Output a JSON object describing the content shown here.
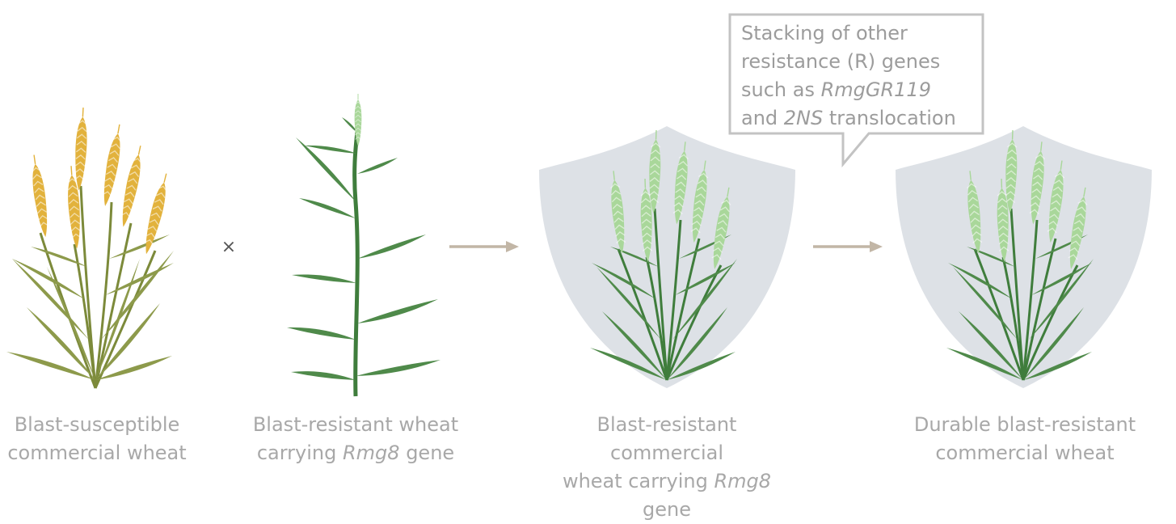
{
  "colors": {
    "susceptible_stem": "#7c8a3a",
    "susceptible_leaf": "#8d9a4b",
    "susceptible_spike": "#e2b23c",
    "resistant_stem": "#3f7d3c",
    "resistant_leaf": "#4f8a4a",
    "resistant_spike": "#a9d79a",
    "shield": "#dde1e6",
    "arrow": "#c2b6a6",
    "caption_text": "#a8a8a8",
    "callout_border": "#c3c3c3"
  },
  "icons": {
    "cross": "cross-icon",
    "arrow": "arrow-right-icon",
    "shield": "shield-icon"
  },
  "stages": [
    {
      "caption_line1": "Blast-susceptible",
      "caption_line2": "commercial wheat"
    },
    {
      "caption_line1": "Blast-resistant wheat",
      "caption_line2_pre": "carrying ",
      "caption_line2_italic": "Rmg8",
      "caption_line2_post": " gene"
    },
    {
      "caption_line1": "Blast-resistant commercial",
      "caption_line2_pre": "wheat carrying ",
      "caption_line2_italic": "Rmg8",
      "caption_line2_post": " gene"
    },
    {
      "caption_line1": "Durable blast-resistant",
      "caption_line2": "commercial wheat"
    }
  ],
  "cross_symbol": "⨯",
  "callout": {
    "line1": "Stacking of other",
    "line2": "resistance (R) genes",
    "line3_pre": "such as ",
    "line3_italic": "RmgGR119",
    "line4_pre": "and ",
    "line4_italic": "2NS",
    "line4_post": " translocation"
  }
}
